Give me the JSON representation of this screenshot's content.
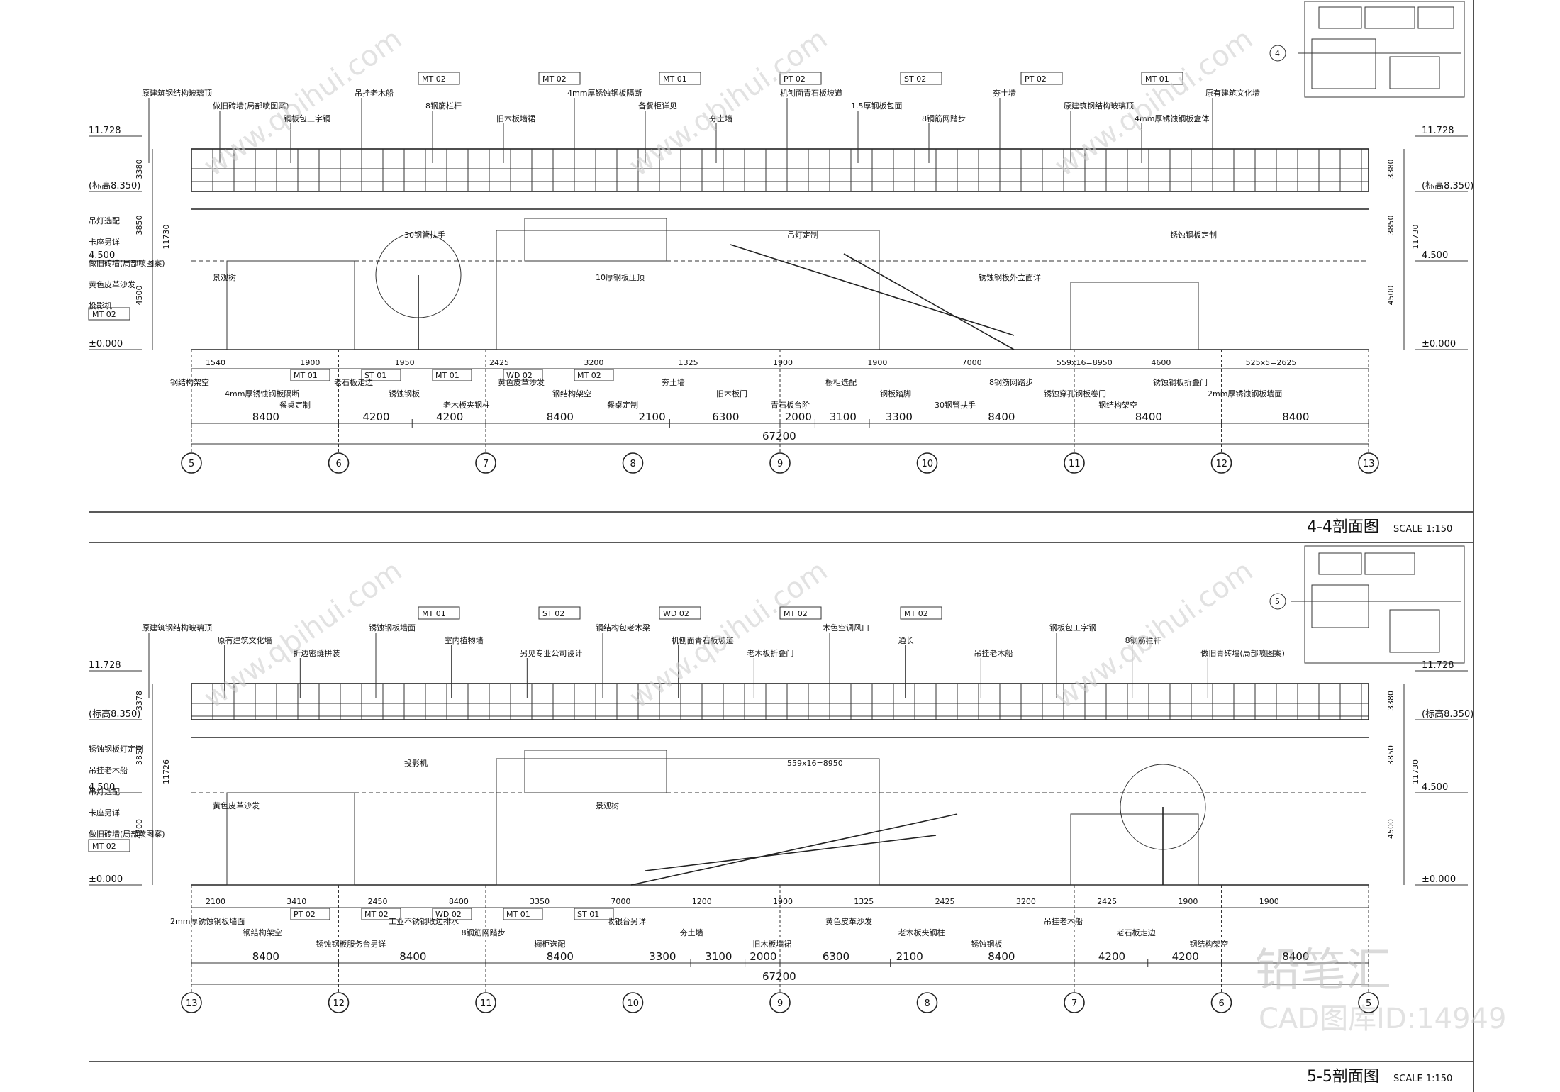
{
  "sections": [
    {
      "title": "4-4剖面图",
      "scale": "SCALE 1:150",
      "elevations": [
        "11.728",
        "(标高8.350)",
        "4.500",
        "±0.000"
      ],
      "heights_left": [
        "3380",
        "3850",
        "4500"
      ],
      "height_total_left": "11730",
      "heights_right": [
        "3380",
        "3850",
        "4500"
      ],
      "height_total_right": "11730",
      "bays": [
        "8400",
        "4200",
        "4200",
        "8400",
        "2100",
        "6300",
        "2000",
        "3100",
        "3300",
        "8400",
        "8400",
        "8400"
      ],
      "total": "67200",
      "axes": [
        "5",
        "6",
        "7",
        "8",
        "9",
        "10",
        "11",
        "12",
        "13"
      ],
      "top_labels": [
        "原建筑钢结构玻璃顶",
        "做旧砖墙(局部喷图案)",
        "钢板包工字钢",
        "吊挂老木船",
        "8钢筋栏杆",
        "旧木板墙裙",
        "4mm厚锈蚀钢板隔断",
        "备餐柜详见",
        "夯土墙",
        "机刨面青石板坡道",
        "1.5厚钢板包面",
        "8钢筋网踏步",
        "夯土墙",
        "原建筑钢结构玻璃顶",
        "4mm厚锈蚀钢板盒体",
        "原有建筑文化墙"
      ],
      "tags_top": [
        "MT 02",
        "MT 02",
        "MT 01",
        "PT 02",
        "ST 02",
        "PT 02",
        "MT 01"
      ],
      "inner_labels": [
        "吊灯选配",
        "卡座另详",
        "做旧砖墙(局部喷图案)",
        "黄色皮革沙发",
        "投影机",
        "景观树",
        "30钢管扶手",
        "10厚钢板压顶",
        "吊灯定制",
        "锈蚀钢板外立面详",
        "锈蚀钢板定制"
      ],
      "inner_tag": "MT 02",
      "bottom_labels": [
        "钢结构架空",
        "4mm厚锈蚀钢板隔断",
        "餐桌定制",
        "老石板走边",
        "锈蚀钢板",
        "老木板夹钢柱",
        "黄色皮革沙发",
        "钢结构架空",
        "餐桌定制",
        "夯土墙",
        "旧木板门",
        "青石板台阶",
        "橱柜选配",
        "钢板踏脚",
        "30钢管扶手",
        "8钢筋网踏步",
        "锈蚀穿孔钢板卷门",
        "钢结构架空",
        "锈蚀钢板折叠门",
        "2mm厚锈蚀钢板墙面"
      ],
      "tags_bottom": [
        "MT 01",
        "ST 01",
        "MT 01",
        "WD 02",
        "MT 02"
      ],
      "dims_small": [
        "1540",
        "1900",
        "1950",
        "2425",
        "3200",
        "1325",
        "1900",
        "1900",
        "7000",
        "559x16=8950",
        "4600",
        "525x5=2625"
      ]
    },
    {
      "title": "5-5剖面图",
      "scale": "SCALE 1:150",
      "elevations": [
        "11.728",
        "(标高8.350)",
        "4.500",
        "±0.000"
      ],
      "heights_left": [
        "3378",
        "3850",
        "4500"
      ],
      "height_total_left": "11726",
      "heights_right": [
        "3380",
        "3850",
        "4500"
      ],
      "height_total_right": "11730",
      "bays": [
        "8400",
        "8400",
        "8400",
        "3300",
        "3100",
        "2000",
        "6300",
        "2100",
        "8400",
        "4200",
        "4200",
        "8400"
      ],
      "total": "67200",
      "axes": [
        "13",
        "12",
        "11",
        "10",
        "9",
        "8",
        "7",
        "6",
        "5"
      ],
      "top_labels": [
        "原建筑钢结构玻璃顶",
        "原有建筑文化墙",
        "折边密缝拼装",
        "锈蚀钢板墙面",
        "室内植物墙",
        "另见专业公司设计",
        "钢结构包老木梁",
        "机刨面青石板坡道",
        "老木板折叠门",
        "木色空调风口",
        "通长",
        "吊挂老木船",
        "钢板包工字钢",
        "8钢筋栏杆",
        "做旧青砖墙(局部喷图案)"
      ],
      "tags_top": [
        "MT 01",
        "ST 02",
        "WD 02",
        "MT 02",
        "MT 02"
      ],
      "inner_labels": [
        "锈蚀钢板灯定制",
        "吊挂老木船",
        "吊灯选配",
        "卡座另详",
        "做旧砖墙(局部喷图案)",
        "黄色皮革沙发",
        "投影机",
        "景观树",
        "559x16=8950"
      ],
      "inner_tag": "MT 02",
      "bottom_labels": [
        "2mm厚锈蚀钢板墙面",
        "钢结构架空",
        "锈蚀钢板服务台另详",
        "工业不锈钢收边排水",
        "8钢筋网踏步",
        "橱柜选配",
        "收银台另详",
        "夯土墙",
        "旧木板墙裙",
        "黄色皮革沙发",
        "老木板夹钢柱",
        "锈蚀钢板",
        "吊挂老木船",
        "老石板走边",
        "钢结构架空"
      ],
      "tags_bottom": [
        "PT 02",
        "MT 02",
        "WD 02",
        "MT 01",
        "ST 01"
      ],
      "dims_small": [
        "2100",
        "3410",
        "2450",
        "8400",
        "3350",
        "7000",
        "1200",
        "1900",
        "1325",
        "2425",
        "3200",
        "2425",
        "1900",
        "1900"
      ]
    }
  ],
  "watermark": {
    "brand": "铅笔汇",
    "site": "www.qbihui.com",
    "id": "CAD图库ID:14949"
  }
}
